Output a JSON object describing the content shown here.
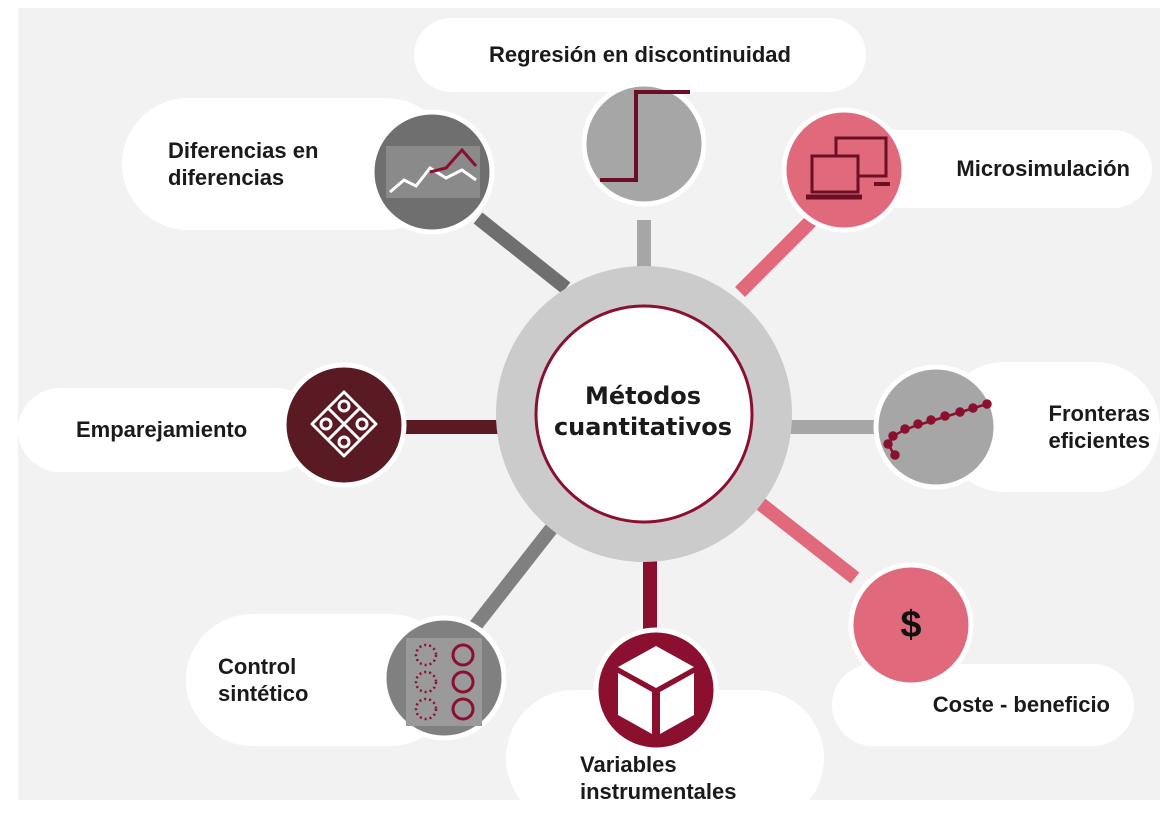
{
  "center": {
    "line1": "Métodos",
    "line2": "cuantitativos"
  },
  "methods": {
    "regresion": {
      "label": "Regresión en discontinuidad"
    },
    "microsimulacion": {
      "label": "Microsimulación"
    },
    "fronteras": {
      "line1": "Fronteras",
      "line2": "eficientes"
    },
    "coste": {
      "label": "Coste - beneficio",
      "symbol": "$"
    },
    "variables": {
      "line1": "Variables",
      "line2": "instrumentales"
    },
    "control": {
      "line1": "Control",
      "line2": "sintético"
    },
    "emparejamiento": {
      "label": "Emparejamiento"
    },
    "diferencias": {
      "line1": "Diferencias en",
      "line2": "diferencias"
    }
  },
  "icons": [
    "step-function-icon",
    "computers-icon",
    "frontier-curve-icon",
    "dollar-icon",
    "cube-icon",
    "circle-grid-icon",
    "puzzle-icon",
    "line-chart-icon"
  ],
  "colors": {
    "background": "#f2f2f2",
    "ring": "#cbcbcb",
    "gray_dark": "#6f6f6f",
    "gray_mid": "#808080",
    "gray_light": "#a6a6a6",
    "pink": "#e06a7c",
    "maroon": "#8b1030",
    "dark_maroon": "#5a1a24"
  }
}
